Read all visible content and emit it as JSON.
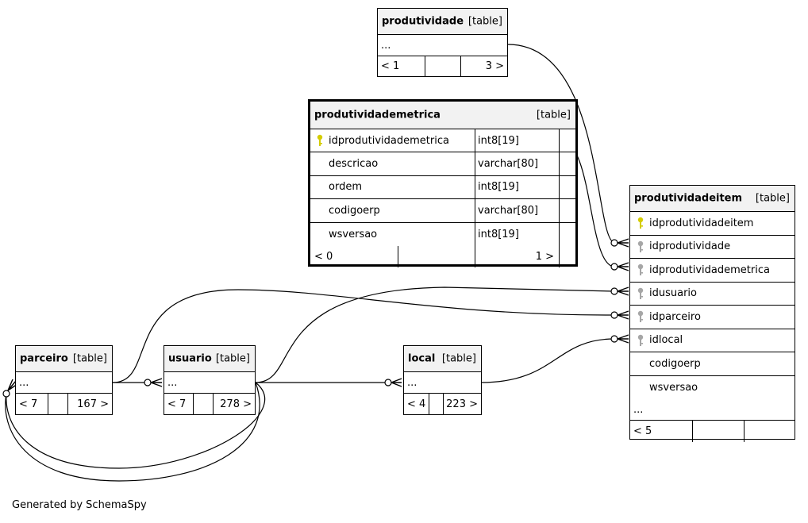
{
  "tables": {
    "produtividade": {
      "name": "produtividade",
      "kind": "[table]",
      "elided": "...",
      "parents": "< 1",
      "children": "3 >"
    },
    "produtividademetrica": {
      "name": "produtividademetrica",
      "kind": "[table]",
      "columns": [
        {
          "name": "idprodutividademetrica",
          "type": "int8[19]",
          "key": "primary-key-icon"
        },
        {
          "name": "descricao",
          "type": "varchar[80]",
          "key": ""
        },
        {
          "name": "ordem",
          "type": "int8[19]",
          "key": ""
        },
        {
          "name": "codigoerp",
          "type": "varchar[80]",
          "key": ""
        },
        {
          "name": "wsversao",
          "type": "int8[19]",
          "key": ""
        }
      ],
      "parents": "< 0",
      "children": "1 >"
    },
    "produtividadeitem": {
      "name": "produtividadeitem",
      "kind": "[table]",
      "columns": [
        {
          "name": "idprodutividadeitem",
          "key": "primary-key-icon"
        },
        {
          "name": "idprodutividade",
          "key": "foreign-key-icon"
        },
        {
          "name": "idprodutividademetrica",
          "key": "foreign-key-icon"
        },
        {
          "name": "idusuario",
          "key": "foreign-key-icon"
        },
        {
          "name": "idparceiro",
          "key": "foreign-key-icon"
        },
        {
          "name": "idlocal",
          "key": "foreign-key-icon"
        },
        {
          "name": "codigoerp",
          "key": ""
        },
        {
          "name": "wsversao",
          "key": ""
        }
      ],
      "elided": "...",
      "parents": "< 5"
    },
    "parceiro": {
      "name": "parceiro",
      "kind": "[table]",
      "elided": "...",
      "parents": "< 7",
      "children": "167 >"
    },
    "usuario": {
      "name": "usuario",
      "kind": "[table]",
      "elided": "...",
      "parents": "< 7",
      "children": "278 >"
    },
    "local": {
      "name": "local",
      "kind": "[table]",
      "elided": "...",
      "parents": "< 4",
      "children": "223 >"
    }
  },
  "footer": "Generated by SchemaSpy",
  "colors": {
    "primary_key": "#d4cc00",
    "foreign_key": "#a6a6a6",
    "header_bg": "#f2f2f2"
  }
}
